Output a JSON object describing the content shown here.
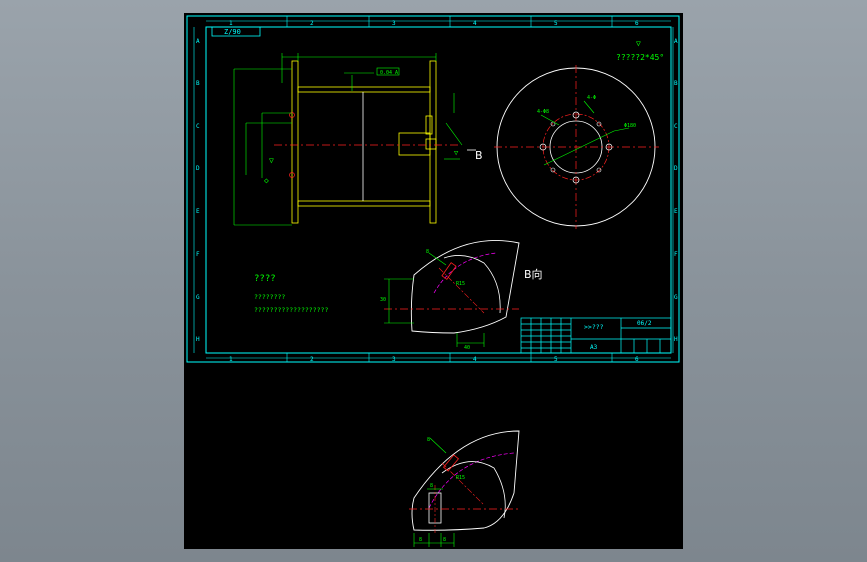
{
  "drawing": {
    "code": "Z/90",
    "col_labels": [
      "1",
      "2",
      "3",
      "4",
      "5",
      "6"
    ],
    "row_labels": [
      "A",
      "B",
      "C",
      "D",
      "E",
      "F",
      "G",
      "H"
    ],
    "roughness_note": "?????2*45°",
    "direction_marker": "B",
    "view_label": "B向",
    "tech_title": "????",
    "tech_line1": "????????",
    "tech_line2": "???????????????????",
    "title_block": {
      "name": ">>???",
      "scale": "06/2",
      "sheet": "A3"
    }
  },
  "colors": {
    "frame": "#00ffff",
    "geometry": "#ffffff",
    "centerline": "#ff2020",
    "hidden": "#ff00ff",
    "section": "#ffff00",
    "dimension": "#00ff00",
    "window_bg": "#000000"
  }
}
